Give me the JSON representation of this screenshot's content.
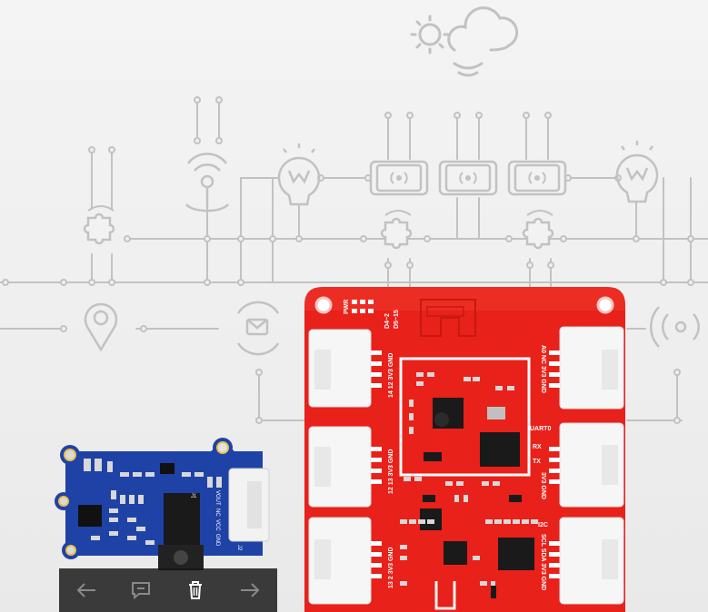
{
  "image": {
    "subject": "",
    "colors": {
      "background": "#efefef",
      "line_art": "#bdbdbd",
      "red_board": "#e8211a",
      "blue_board": "#1e3fa0",
      "connector": "#f5f5f5"
    }
  },
  "red_board": {
    "labels": {
      "pwr": "PWR",
      "d4_2": "D4~2",
      "d5_15": "D5~15",
      "left_top": "14 12 3V3 GND",
      "left_mid": "12 13 3V3 GND",
      "left_bot": "13 2 3V3 GND",
      "right_top": "A0 NC 3V3 GND",
      "uart": "UART0",
      "rx": "RX",
      "tx": "TX",
      "right_mid": "3V3 GND",
      "i2c": "I2C",
      "right_bot": "SCL SDA 3V3 GND"
    }
  },
  "blue_board": {
    "labels": {
      "vout": "VOUT",
      "nc": "NC",
      "vcc": "VCC",
      "gnd": "GND",
      "j1": "J1",
      "j2": "J2"
    }
  },
  "toolbar": {
    "buttons": [
      {
        "icon": "arrow-left-icon"
      },
      {
        "icon": "comment-icon"
      },
      {
        "icon": "trash-icon"
      },
      {
        "icon": "arrow-right-icon"
      }
    ]
  }
}
